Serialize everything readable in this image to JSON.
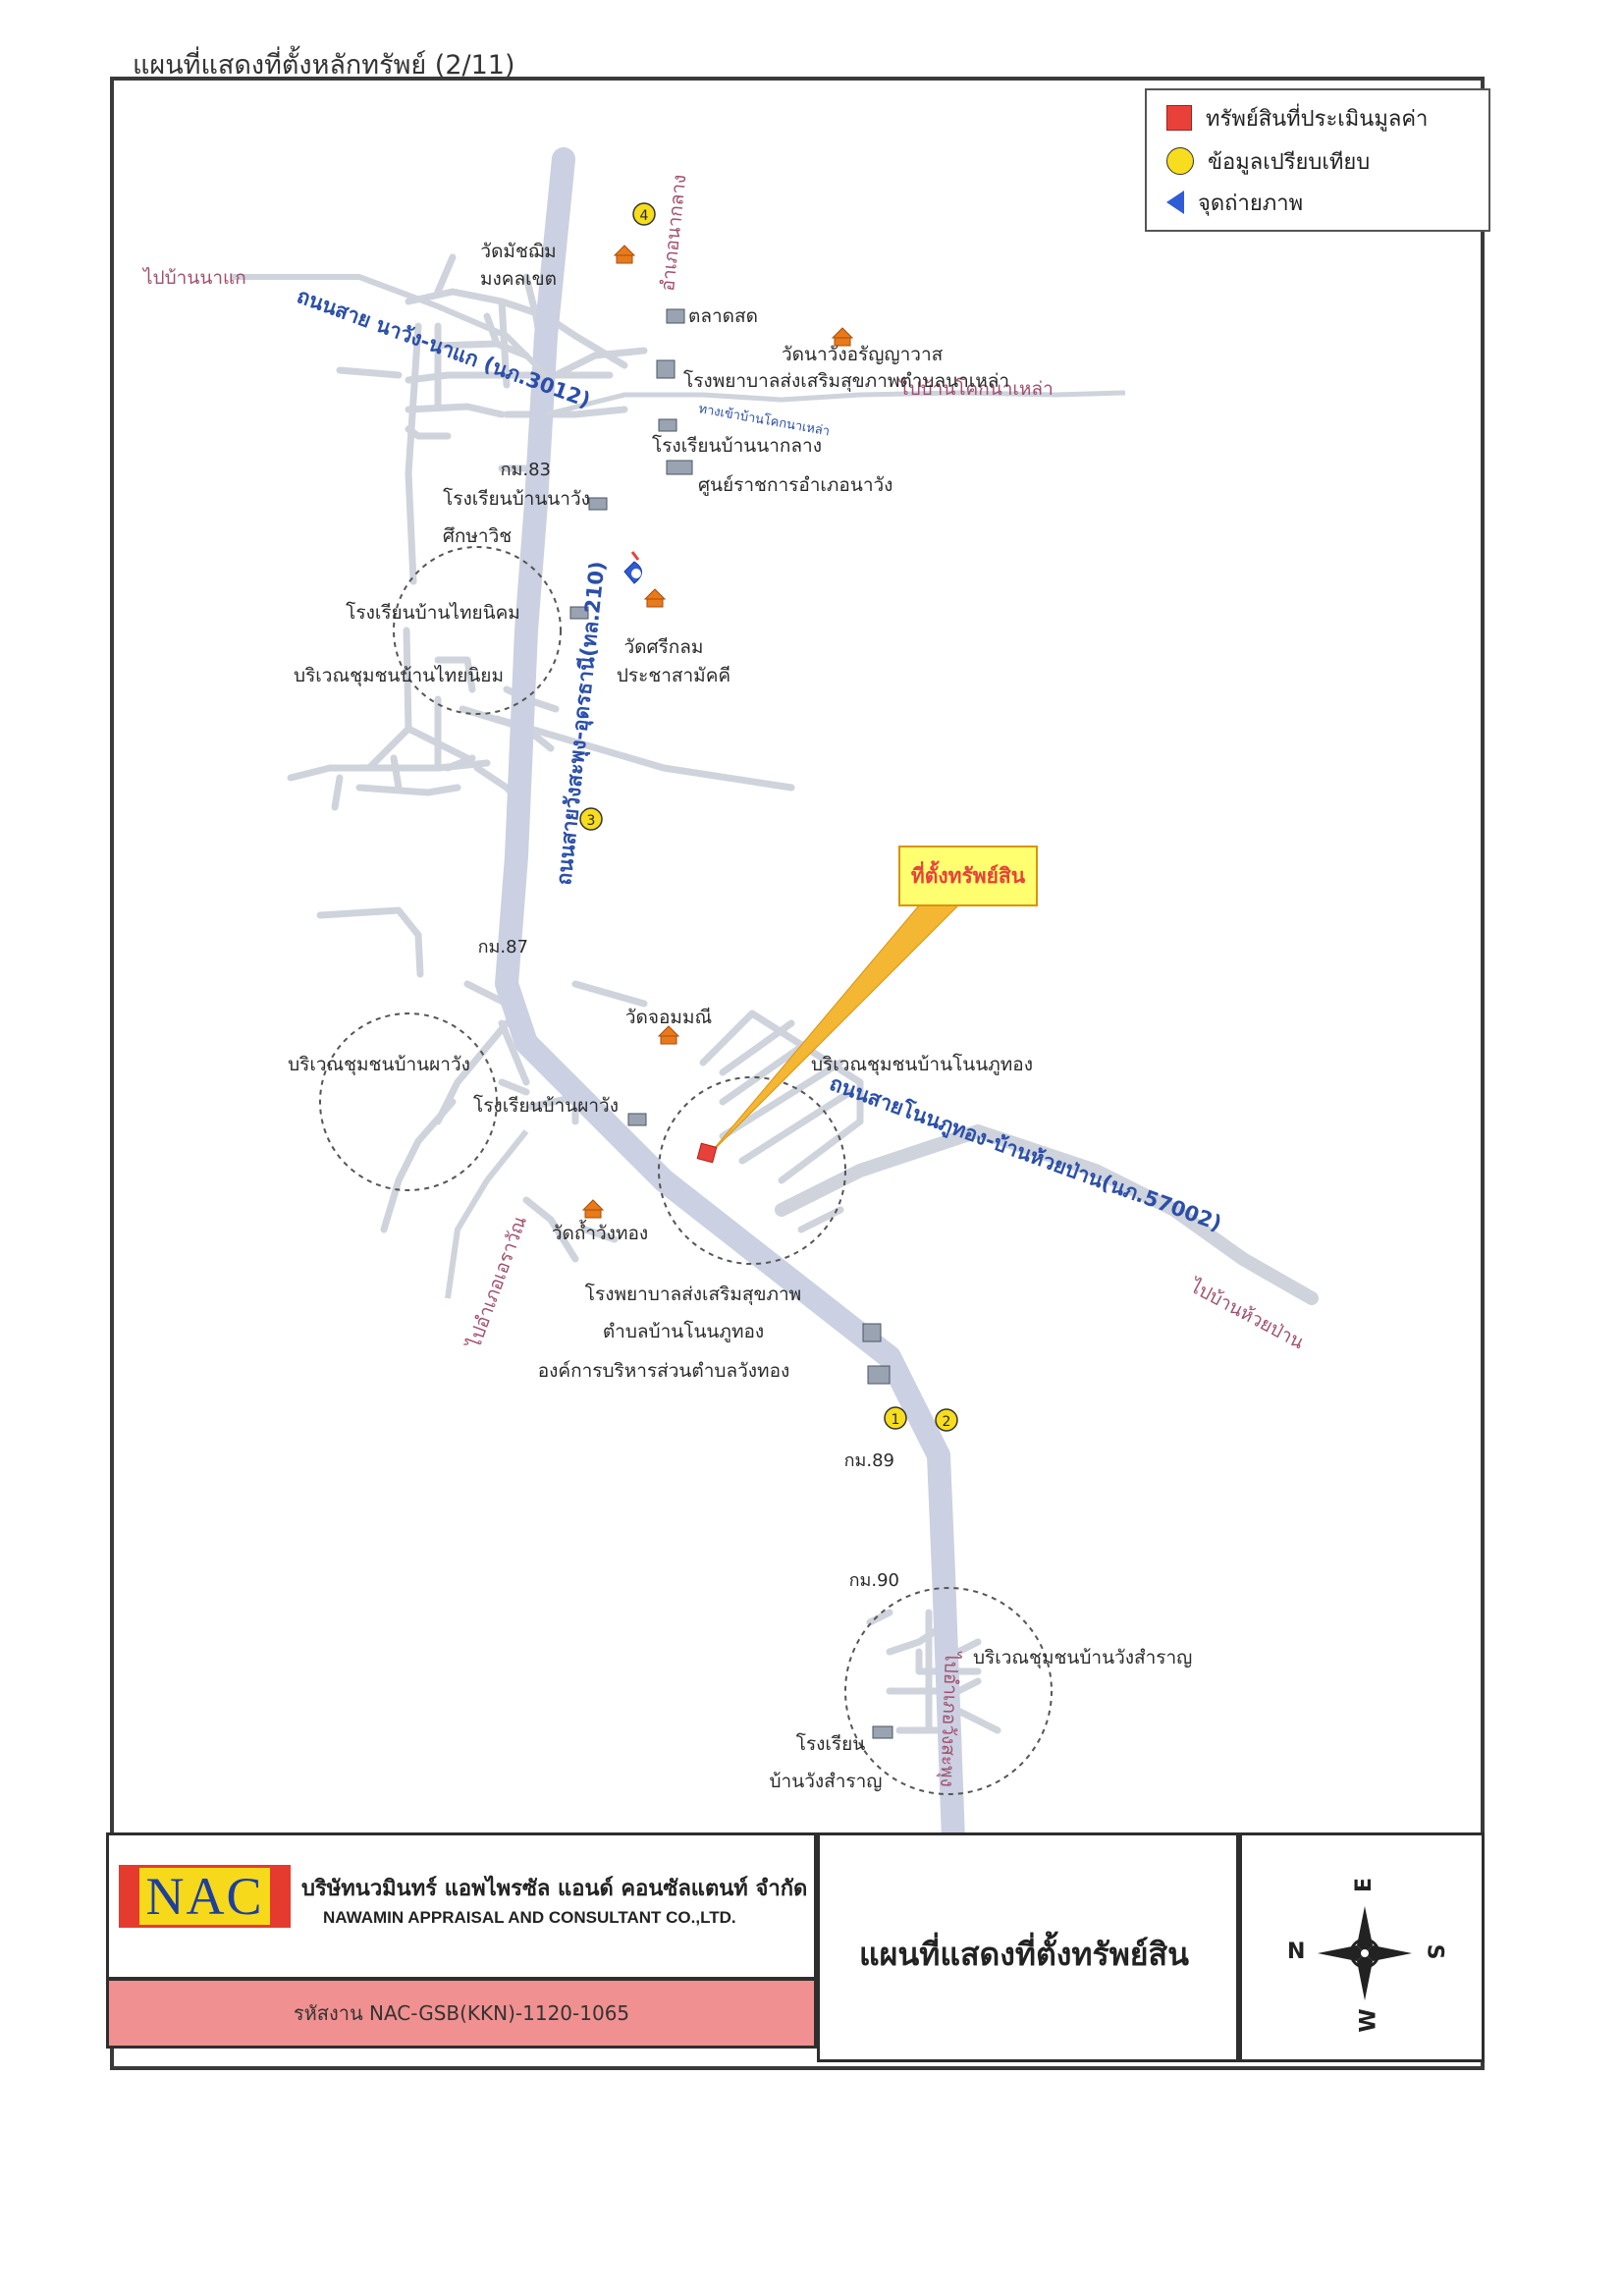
{
  "page_title": "แผนที่แสดงที่ตั้งหลักทรัพย์ (2/11)",
  "legend": {
    "items": [
      {
        "label": "ทรัพย์สินที่ประเมินมูลค่า",
        "icon": "red-square-icon",
        "color": "#e8413a"
      },
      {
        "label": "ข้อมูลเปรียบเทียบ",
        "icon": "yellow-circle-icon",
        "color": "#f7dd1d"
      },
      {
        "label": "จุดถ่ายภาพ",
        "icon": "camera-view-icon",
        "color": "#2f5bd6"
      }
    ]
  },
  "map": {
    "callout": "ที่ตั้งทรัพย์สิน",
    "roads": {
      "main_road": "ถนนสายวังสะพุง-อุดรธานี(ทล.210)",
      "nawang_naklaeng": "ถนนสาย นาวัง-นาแก (นภ.3012)",
      "nonphuthong": "ถนนสายโนนภูทอง-บ้านห้วยป่าน(นภ.57002)",
      "small_access": "ทางเข้าบ้านโคกนาเหล่า"
    },
    "directions": {
      "north": "อำเภอนากลาง",
      "west": "ไปบ้านนาแก",
      "east_top": "ไปบ้านโคกนาเหล่า",
      "southwest": "ไปอำเภอเอราวัณ",
      "east_bottom": "ไปบ้านห้วยป่าน",
      "south": "ไปอำเภอวังสะพุง"
    },
    "km_markers": [
      "กม.83",
      "กม.87",
      "กม.89",
      "กม.90"
    ],
    "places": {
      "wat_matchimamongkhon_1": "วัดมัชฌิม",
      "wat_matchimamongkhon_2": "มงคลเขต",
      "market": "ตลาดสด",
      "wat_nawang": "วัดนาวังอรัญญาวาส",
      "hospital_nalao": "โรงพยาบาลส่งเสริมสุขภาพตำบลนาเหล่า",
      "school_naklang": "โรงเรียนบ้านนากลาง",
      "district_office": "ศูนย์ราชการอำเภอนาวัง",
      "school_nawang_1": "โรงเรียนบ้านนาวัง",
      "school_nawang_2": "ศึกษาวิช",
      "school_thainiyom": "โรงเรียนบ้านไทยนิคม",
      "wat_sikrom_1": "วัดศรีกลม",
      "wat_sikrom_2": "ประชาสามัคคี",
      "community_thainiyom": "บริเวณชุมชนบ้านไทยนิยม",
      "wat_chommani": "วัดจอมมณี",
      "community_phawang": "บริเวณชุมชนบ้านผาวัง",
      "school_phawang": "โรงเรียนบ้านผาวัง",
      "community_nonphuthong": "บริเวณชุมชนบ้านโนนภูทอง",
      "wat_thamwangthong": "วัดถ้ำวังทอง",
      "hospital_nonphuthong_1": "โรงพยาบาลส่งเสริมสุขภาพ",
      "hospital_nonphuthong_2": "ตำบลบ้านโนนภูทอง",
      "tao_wangthong": "องค์การบริหารส่วนตำบลวังทอง",
      "community_wangsamran": "บริเวณชุมชนบ้านวังสำราญ",
      "school_wangsamran_1": "โรงเรียน",
      "school_wangsamran_2": "บ้านวังสำราญ"
    },
    "comparables": [
      "1",
      "2",
      "3",
      "4"
    ]
  },
  "title_block": {
    "logo_text": "NAC",
    "company_th": "บริษัทนวมินทร์ แอพไพรซัล แอนด์ คอนซัลแตนท์ จำกัด",
    "company_en": "NAWAMIN APPRAISAL AND CONSULTANT CO.,LTD.",
    "job_code": "รหัสงาน  NAC-GSB(KKN)-1120-1065",
    "doc_title": "แผนที่แสดงที่ตั้งทรัพย์สิน",
    "compass": {
      "n": "N",
      "s": "S",
      "e": "E",
      "w": "W"
    }
  }
}
